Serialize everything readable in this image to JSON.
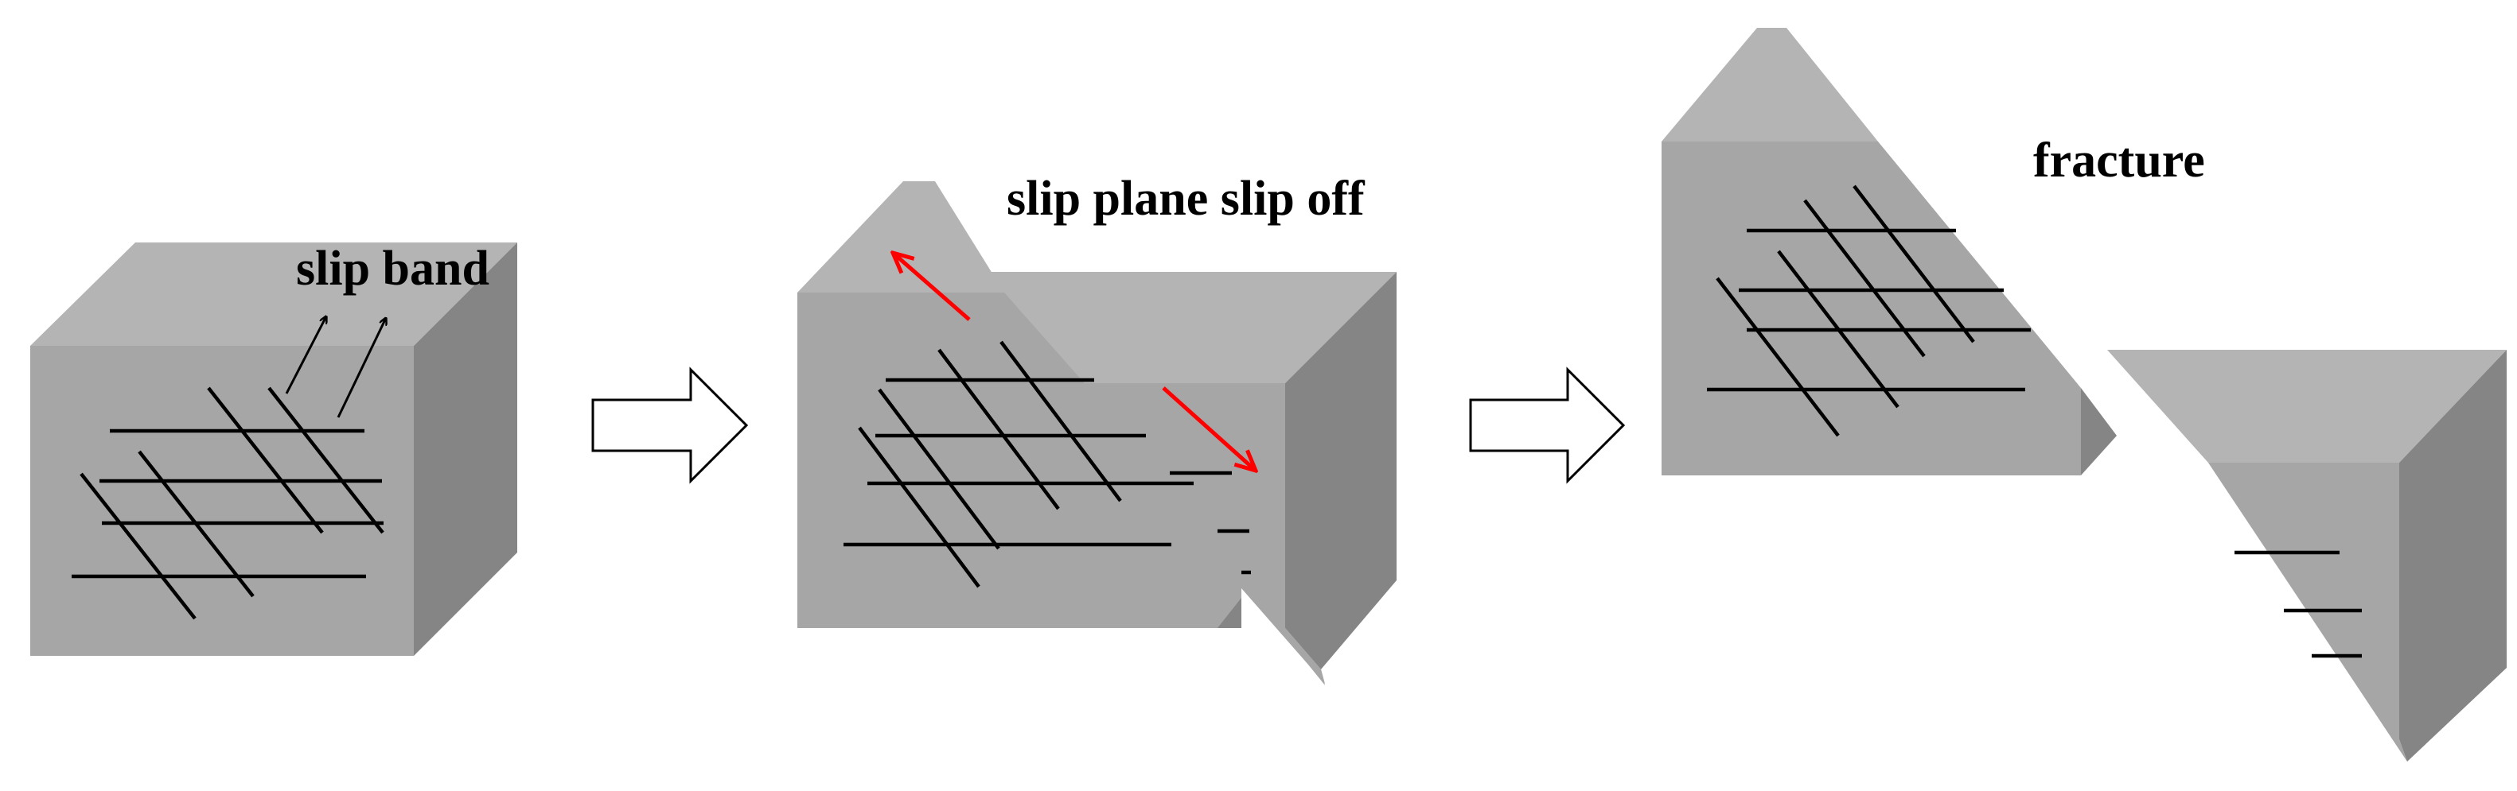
{
  "labels": {
    "slip_band": "slip band",
    "slip_plane_slip_off": "slip plane slip off",
    "fracture": "fracture"
  },
  "colors": {
    "top_face": "#b4b4b4",
    "front_face": "#a6a6a6",
    "side_face": "#858585",
    "line": "#000000",
    "slip_arrow": "#ff0000",
    "stage_arrow_fill": "#ffffff",
    "stage_arrow_stroke": "#000000"
  },
  "icons": {
    "stage_arrow": "right-block-arrow-icon",
    "slip_direction": "red-arrow-icon"
  }
}
